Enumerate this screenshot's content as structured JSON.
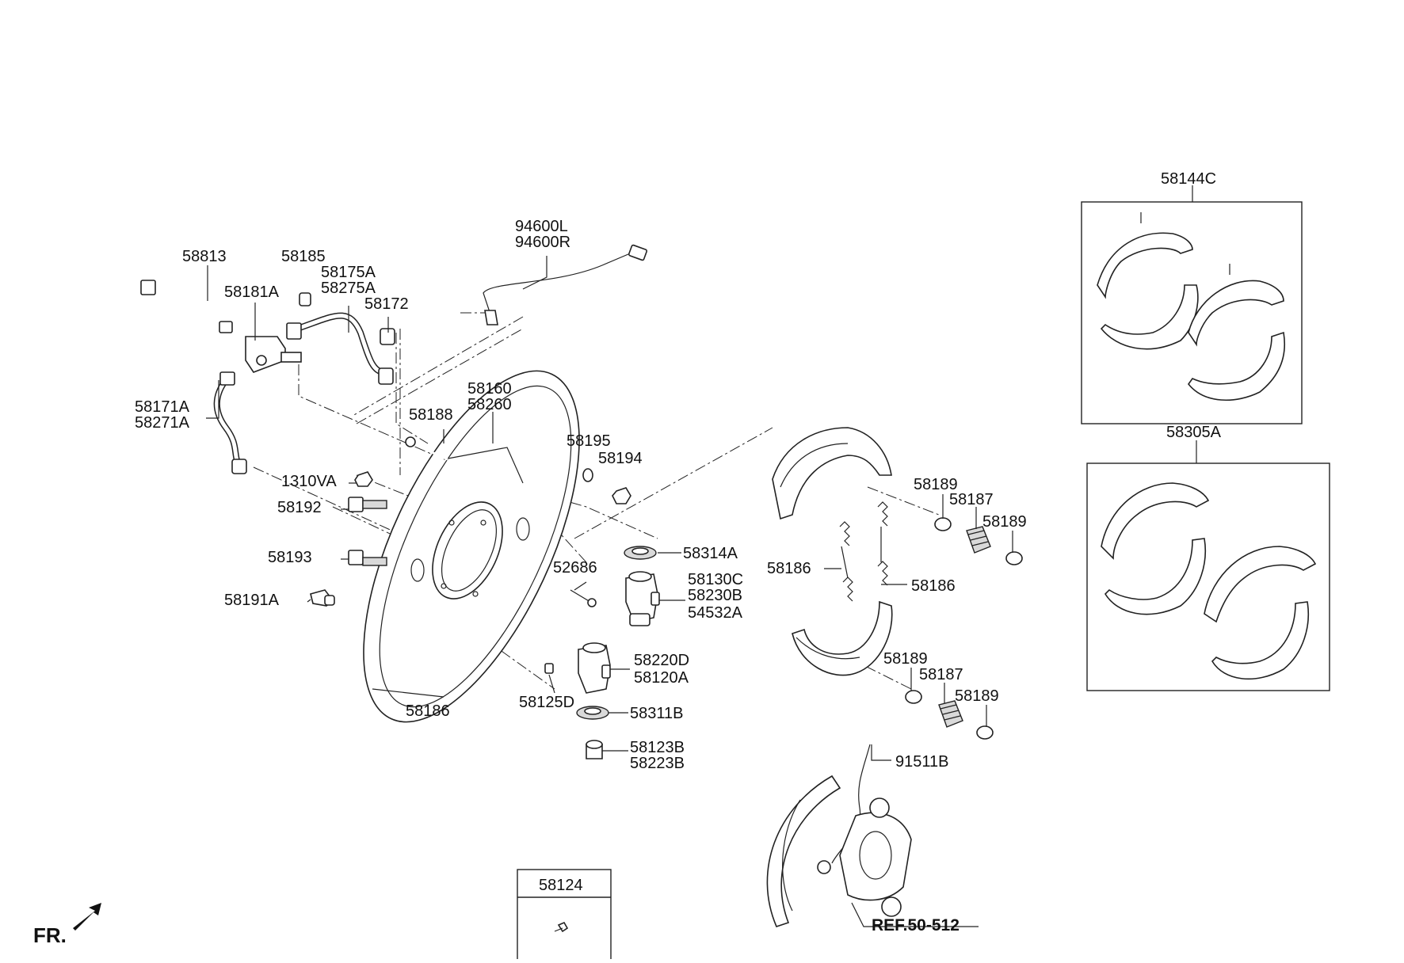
{
  "callouts": [
    {
      "id": "58813",
      "text": "58813"
    },
    {
      "id": "58185",
      "text": "58185"
    },
    {
      "id": "58175A",
      "text": "58175A"
    },
    {
      "id": "58275A",
      "text": "58275A"
    },
    {
      "id": "58181A",
      "text": "58181A"
    },
    {
      "id": "58172",
      "text": "58172"
    },
    {
      "id": "94600L",
      "text": "94600L"
    },
    {
      "id": "94600R",
      "text": "94600R"
    },
    {
      "id": "58171A",
      "text": "58171A"
    },
    {
      "id": "58271A",
      "text": "58271A"
    },
    {
      "id": "58160",
      "text": "58160"
    },
    {
      "id": "58260",
      "text": "58260"
    },
    {
      "id": "58188",
      "text": "58188"
    },
    {
      "id": "58195",
      "text": "58195"
    },
    {
      "id": "58194",
      "text": "58194"
    },
    {
      "id": "1310VA",
      "text": "1310VA"
    },
    {
      "id": "58192",
      "text": "58192"
    },
    {
      "id": "58193",
      "text": "58193"
    },
    {
      "id": "58191A",
      "text": "58191A"
    },
    {
      "id": "58314A",
      "text": "58314A"
    },
    {
      "id": "52686",
      "text": "52686"
    },
    {
      "id": "58130C",
      "text": "58130C"
    },
    {
      "id": "58230B",
      "text": "58230B"
    },
    {
      "id": "54532A",
      "text": "54532A"
    },
    {
      "id": "58220D",
      "text": "58220D"
    },
    {
      "id": "58120A",
      "text": "58120A"
    },
    {
      "id": "58125D",
      "text": "58125D"
    },
    {
      "id": "58311B",
      "text": "58311B"
    },
    {
      "id": "58123B",
      "text": "58123B"
    },
    {
      "id": "58223B",
      "text": "58223B"
    },
    {
      "id": "58186_main",
      "text": "58186"
    },
    {
      "id": "58186_left",
      "text": "58186"
    },
    {
      "id": "58186_right",
      "text": "58186"
    },
    {
      "id": "58189_a",
      "text": "58189"
    },
    {
      "id": "58187_a",
      "text": "58187"
    },
    {
      "id": "58189_b",
      "text": "58189"
    },
    {
      "id": "58189_c",
      "text": "58189"
    },
    {
      "id": "58187_b",
      "text": "58187"
    },
    {
      "id": "58189_d",
      "text": "58189"
    },
    {
      "id": "91511B",
      "text": "91511B"
    },
    {
      "id": "58144C",
      "text": "58144C"
    },
    {
      "id": "58305A",
      "text": "58305A"
    },
    {
      "id": "58124",
      "text": "58124"
    }
  ],
  "reference": {
    "text": "REF.50-512"
  },
  "orientation": {
    "text": "FR."
  }
}
